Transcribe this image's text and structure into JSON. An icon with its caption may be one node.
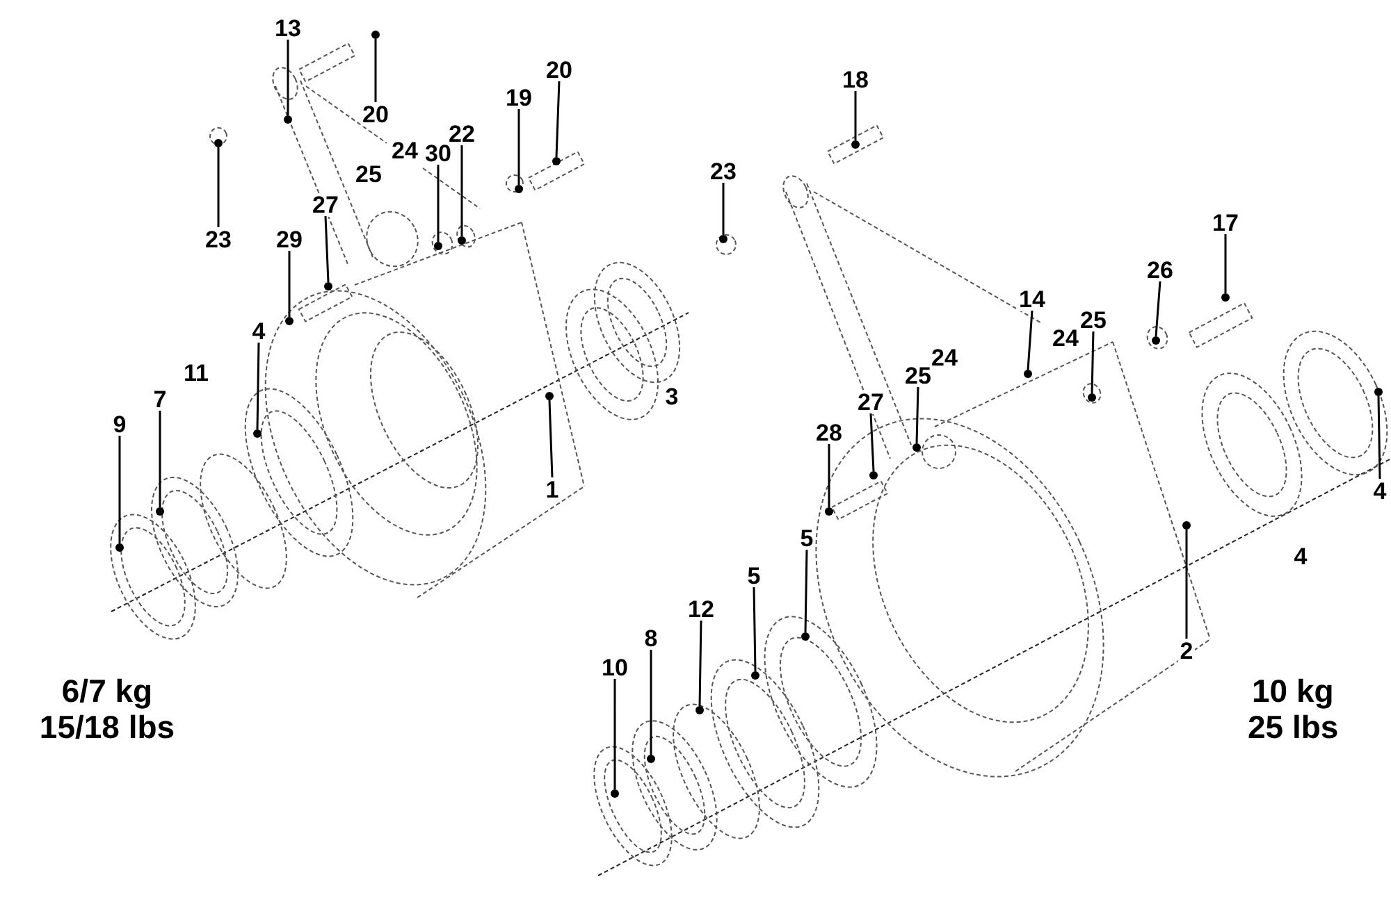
{
  "diagram": {
    "nodes": [
      {
        "text": [
          "13"
        ]
      },
      {
        "text": [],
        "shape": "circle"
      },
      {
        "text": [
          "20"
        ]
      },
      {
        "text": [],
        "shape": "circle"
      },
      {
        "text": [
          "18"
        ]
      },
      {
        "text": [],
        "shape": "circle"
      },
      {
        "text": [
          "20"
        ]
      },
      {
        "text": [],
        "shape": "circle"
      },
      {
        "text": [
          "19"
        ]
      },
      {
        "text": [],
        "shape": "circle"
      },
      {
        "text": [
          "22"
        ]
      },
      {
        "text": [],
        "shape": "circle"
      },
      {
        "text": [
          "30"
        ]
      },
      {
        "text": [],
        "shape": "circle"
      },
      {
        "text": [
          "23"
        ]
      },
      {
        "text": [],
        "shape": "circle"
      },
      {
        "text": [
          "23"
        ]
      },
      {
        "text": [],
        "shape": "circle"
      },
      {
        "text": [
          "27"
        ]
      },
      {
        "text": [],
        "shape": "circle"
      },
      {
        "text": [
          "17"
        ]
      },
      {
        "text": [],
        "shape": "circle"
      },
      {
        "text": [
          "29"
        ]
      },
      {
        "text": [],
        "shape": "circle"
      },
      {
        "text": [
          "26"
        ]
      },
      {
        "text": [],
        "shape": "circle"
      },
      {
        "text": [
          "14"
        ]
      },
      {
        "text": [],
        "shape": "circle"
      },
      {
        "text": [
          "25"
        ]
      },
      {
        "text": [],
        "shape": "circle"
      },
      {
        "text": [
          "4"
        ]
      },
      {
        "text": [],
        "shape": "circle"
      },
      {
        "text": [
          "25"
        ]
      },
      {
        "text": [],
        "shape": "circle"
      },
      {
        "text": [
          "7"
        ]
      },
      {
        "text": [],
        "shape": "circle"
      },
      {
        "text": [
          "27"
        ]
      },
      {
        "text": [],
        "shape": "circle"
      },
      {
        "text": [
          "9"
        ]
      },
      {
        "text": [],
        "shape": "circle"
      },
      {
        "text": [
          "28"
        ]
      },
      {
        "text": [],
        "shape": "circle"
      },
      {
        "text": [
          "4"
        ]
      },
      {
        "text": [],
        "shape": "circle"
      },
      {
        "text": [
          "1"
        ]
      },
      {
        "text": [],
        "shape": "circle"
      },
      {
        "text": [
          "5"
        ]
      },
      {
        "text": [],
        "shape": "circle"
      },
      {
        "text": [
          "5"
        ]
      },
      {
        "text": [],
        "shape": "circle"
      },
      {
        "text": [
          "12"
        ]
      },
      {
        "text": [],
        "shape": "circle"
      },
      {
        "text": [
          "8"
        ]
      },
      {
        "text": [],
        "shape": "circle"
      },
      {
        "text": [
          "2"
        ]
      },
      {
        "text": [],
        "shape": "circle"
      },
      {
        "text": [
          "10"
        ]
      },
      {
        "text": [],
        "shape": "circle"
      }
    ],
    "edges": [
      {
        "from": 0,
        "to": 1,
        "arrow": "none"
      },
      {
        "from": 2,
        "to": 3,
        "arrow": "none"
      },
      {
        "from": 4,
        "to": 5,
        "arrow": "none"
      },
      {
        "from": 6,
        "to": 7,
        "arrow": "none"
      },
      {
        "from": 8,
        "to": 9,
        "arrow": "none"
      },
      {
        "from": 10,
        "to": 11,
        "arrow": "none"
      },
      {
        "from": 12,
        "to": 13,
        "arrow": "none"
      },
      {
        "from": 14,
        "to": 15,
        "arrow": "none"
      },
      {
        "from": 16,
        "to": 17,
        "arrow": "none"
      },
      {
        "from": 18,
        "to": 19,
        "arrow": "none"
      },
      {
        "from": 20,
        "to": 21,
        "arrow": "none"
      },
      {
        "from": 22,
        "to": 23,
        "arrow": "none"
      },
      {
        "from": 24,
        "to": 25,
        "arrow": "none"
      },
      {
        "from": 26,
        "to": 27,
        "arrow": "none"
      },
      {
        "from": 28,
        "to": 29,
        "arrow": "none"
      },
      {
        "from": 30,
        "to": 31,
        "arrow": "none"
      },
      {
        "from": 32,
        "to": 33,
        "arrow": "none"
      },
      {
        "from": 34,
        "to": 35,
        "arrow": "none"
      },
      {
        "from": 36,
        "to": 37,
        "arrow": "none"
      },
      {
        "from": 38,
        "to": 39,
        "arrow": "none"
      },
      {
        "from": 40,
        "to": 41,
        "arrow": "none"
      },
      {
        "from": 42,
        "to": 43,
        "arrow": "none"
      },
      {
        "from": 44,
        "to": 45,
        "arrow": "none"
      },
      {
        "from": 46,
        "to": 47,
        "arrow": "none"
      },
      {
        "from": 48,
        "to": 49,
        "arrow": "none"
      },
      {
        "from": 50,
        "to": 51,
        "arrow": "none"
      },
      {
        "from": 52,
        "to": 53,
        "arrow": "none"
      },
      {
        "from": 54,
        "to": 55,
        "arrow": "none"
      },
      {
        "from": 56,
        "to": 57,
        "arrow": "none"
      }
    ],
    "labels": [
      "24",
      "25",
      "24",
      "24",
      "11",
      "3",
      "4",
      "6/7 kg",
      "15/18 lbs",
      "10 kg",
      "25 lbs"
    ]
  }
}
